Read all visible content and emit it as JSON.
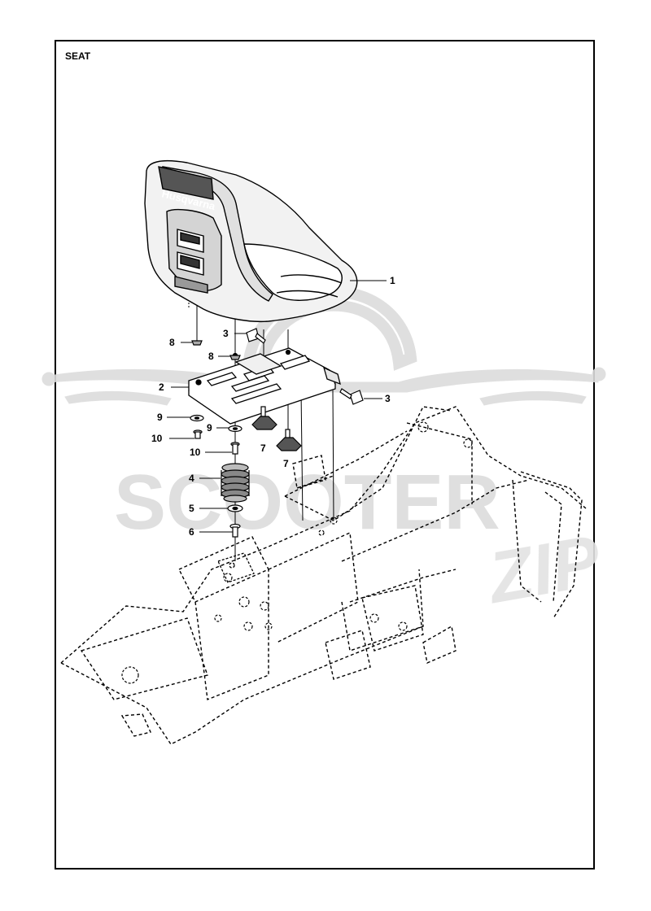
{
  "page": {
    "title": "SEAT"
  },
  "watermark": {
    "brand": "SCOOTER",
    "suffix": "ZIP",
    "color": "#d9d9d9"
  },
  "seat": {
    "brand_logo": "Husqvarna"
  },
  "callouts": [
    "1",
    "2",
    "3",
    "3",
    "4",
    "5",
    "6",
    "7",
    "7",
    "8",
    "8",
    "9",
    "9",
    "10",
    "10"
  ],
  "colors": {
    "line": "#000000",
    "part_fill": "#ffffff",
    "seat_shade": "#e6e6e6",
    "dark_part": "#333333"
  }
}
